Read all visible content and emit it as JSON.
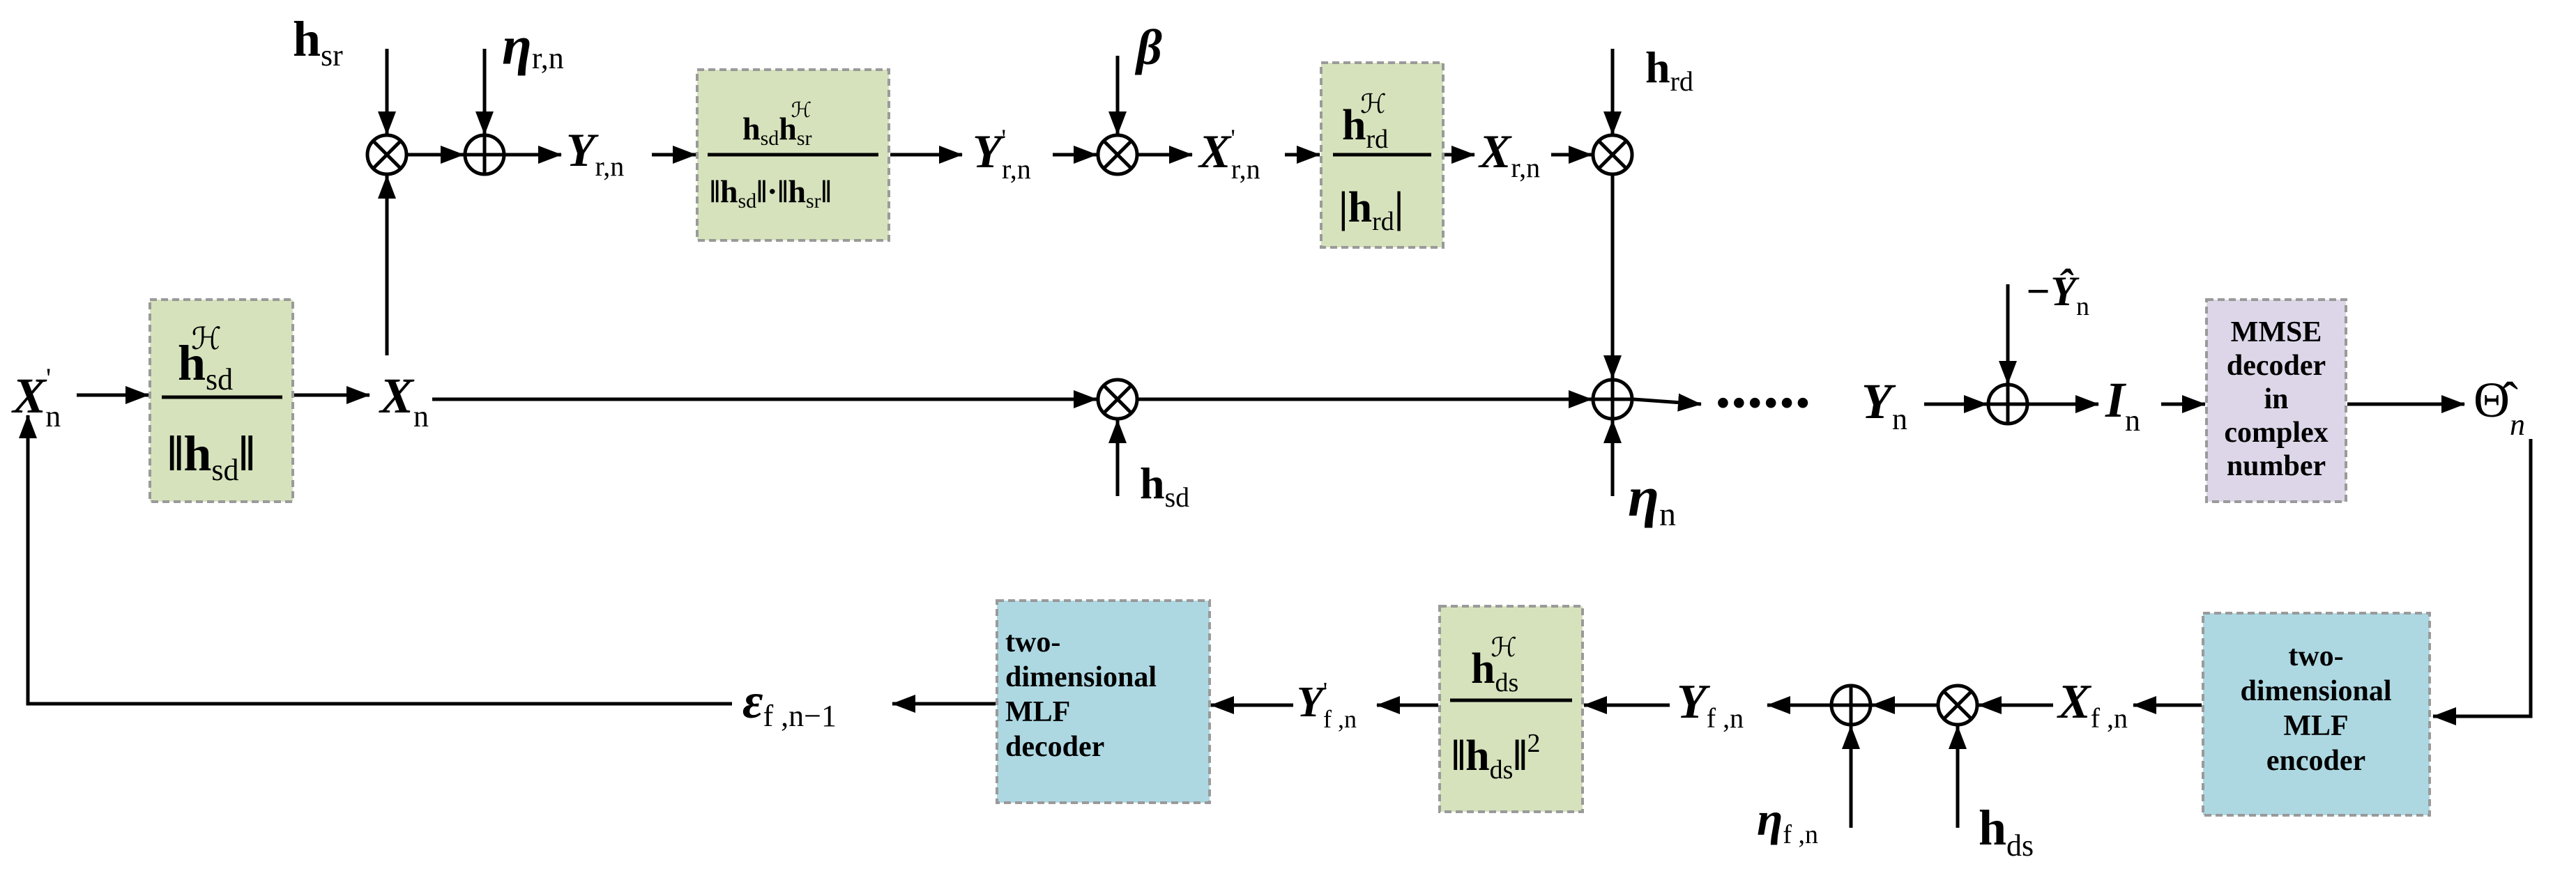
{
  "signals": {
    "x_prime_n": {
      "main": "X",
      "sup": "'",
      "sub": "n"
    },
    "x_n": {
      "main": "X",
      "sub": "n"
    },
    "h_sr": {
      "main": "h",
      "sub": "sr"
    },
    "eta_rn": {
      "main": "η",
      "sub": "r,n"
    },
    "y_rn": {
      "main": "Y",
      "sub": "r,n"
    },
    "y_prime_rn": {
      "main": "Y",
      "sup": "'",
      "sub": "r,n"
    },
    "beta": {
      "main": "β"
    },
    "x_prime_rn": {
      "main": "X",
      "sup": "'",
      "sub": "r,n"
    },
    "x_rn": {
      "main": "X",
      "sub": "r,n"
    },
    "h_rd": {
      "main": "h",
      "sub": "rd"
    },
    "h_sd": {
      "main": "h",
      "sub": "sd"
    },
    "eta_n": {
      "main": "η",
      "sub": "n"
    },
    "dots": "••••••",
    "y_n": {
      "main": "Y",
      "sub": "n"
    },
    "neg_y_hat_n": {
      "main": "−Ŷ",
      "sub": "n"
    },
    "i_n": {
      "main": "I",
      "sub": "n"
    },
    "theta_hat_n": {
      "main": "Θ̂",
      "sub": "n"
    },
    "x_fn": {
      "main": "X",
      "sub": "f ,n"
    },
    "h_ds": {
      "main": "h",
      "sub": "ds"
    },
    "eta_fn": {
      "main": "η",
      "sub": "f ,n"
    },
    "y_fn": {
      "main": "Y",
      "sub": "f ,n"
    },
    "y_prime_fn": {
      "main": "Y",
      "sup": "'",
      "sub": "f ,n"
    },
    "eps_fn1": {
      "main": "ε",
      "sub": "f ,n−1"
    }
  },
  "blocks": {
    "precoder": {
      "num": "h",
      "num_sub": "sd",
      "num_sup": "ℋ",
      "den": "‖h",
      "den_sub": "sd",
      "den_end": "‖"
    },
    "relay_filter": {
      "num": "h",
      "num_sub": "sd",
      "num2": "h",
      "num2_sub": "sr",
      "num_sup": "ℋ",
      "den": "‖h",
      "den_sub": "sd",
      "den_mid": "‖·‖h",
      "den2_sub": "sr",
      "den_end": "‖"
    },
    "relay_out": {
      "num": "h",
      "num_sub": "rd",
      "num_sup": "ℋ",
      "den": "|h",
      "den_sub": "rd",
      "den_end": "|"
    },
    "fb_eq": {
      "num": "h",
      "num_sub": "ds",
      "num_sup": "ℋ",
      "den": "‖h",
      "den_sub": "ds",
      "den_end": "‖",
      "den_sup": "2"
    },
    "mmse_decoder": [
      "MMSE",
      "decoder",
      "in",
      "complex",
      "number"
    ],
    "mlf_encoder": [
      "two-",
      "dimensional",
      "MLF",
      "encoder"
    ],
    "mlf_decoder": [
      "two-",
      "dimensional",
      "MLF",
      "decoder"
    ]
  },
  "colors": {
    "green_block": "#d6e2bc",
    "purple_block": "#ddd6e8",
    "blue_block": "#add8e2",
    "line": "#000000"
  }
}
